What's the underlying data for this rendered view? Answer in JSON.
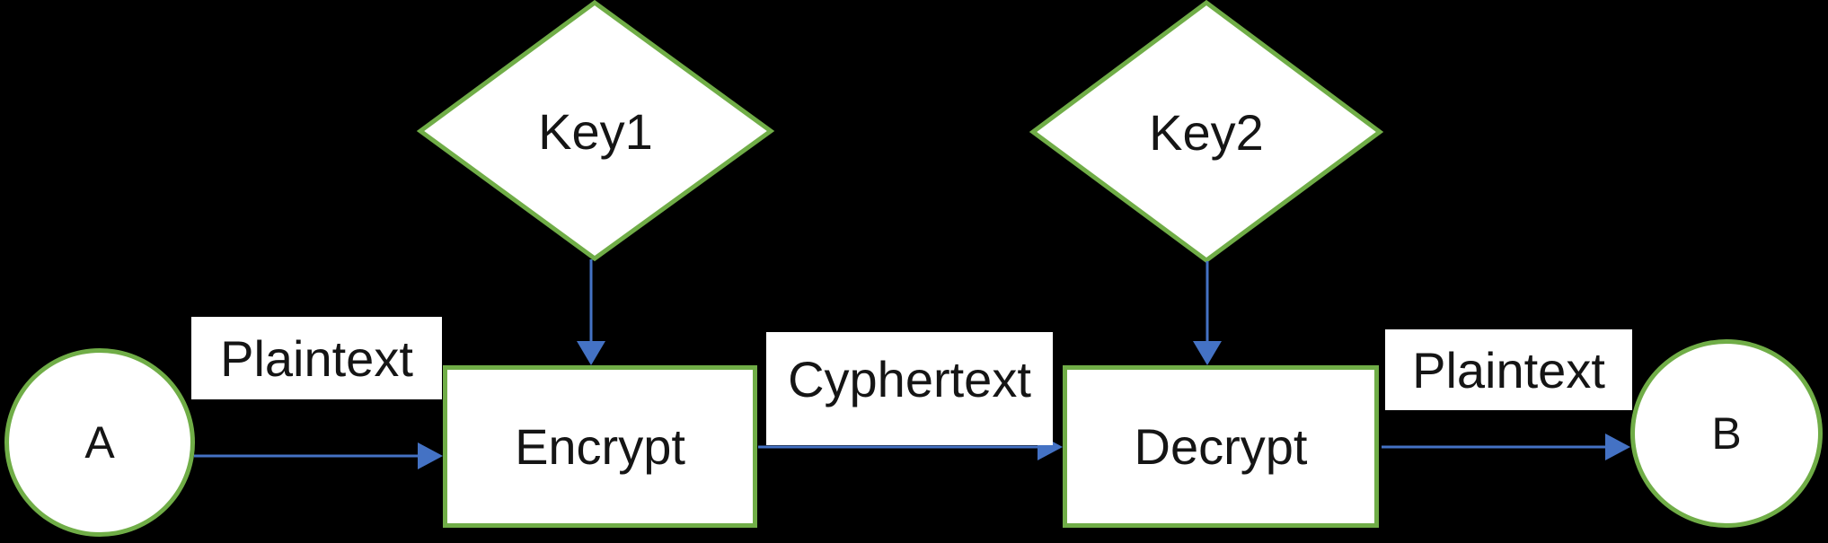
{
  "colors": {
    "bg": "#000000",
    "shape-fill": "#ffffff",
    "green": "#70ad47",
    "blue": "#4472c4",
    "text": "#151515"
  },
  "nodes": {
    "a": {
      "label": "A",
      "shape": "circle"
    },
    "encrypt": {
      "label": "Encrypt",
      "shape": "rectangle"
    },
    "decrypt": {
      "label": "Decrypt",
      "shape": "rectangle"
    },
    "b": {
      "label": "B",
      "shape": "circle"
    },
    "key1": {
      "label": "Key1",
      "shape": "diamond"
    },
    "key2": {
      "label": "Key2",
      "shape": "diamond"
    }
  },
  "edge_labels": {
    "plaintext_in": "Plaintext",
    "cyphertext": "Cyphertext",
    "plaintext_out": "Plaintext"
  },
  "edges": [
    {
      "from": "a",
      "to": "encrypt",
      "label": "Plaintext"
    },
    {
      "from": "key1",
      "to": "encrypt",
      "label": ""
    },
    {
      "from": "encrypt",
      "to": "decrypt",
      "label": "Cyphertext"
    },
    {
      "from": "key2",
      "to": "decrypt",
      "label": ""
    },
    {
      "from": "decrypt",
      "to": "b",
      "label": "Plaintext"
    }
  ]
}
